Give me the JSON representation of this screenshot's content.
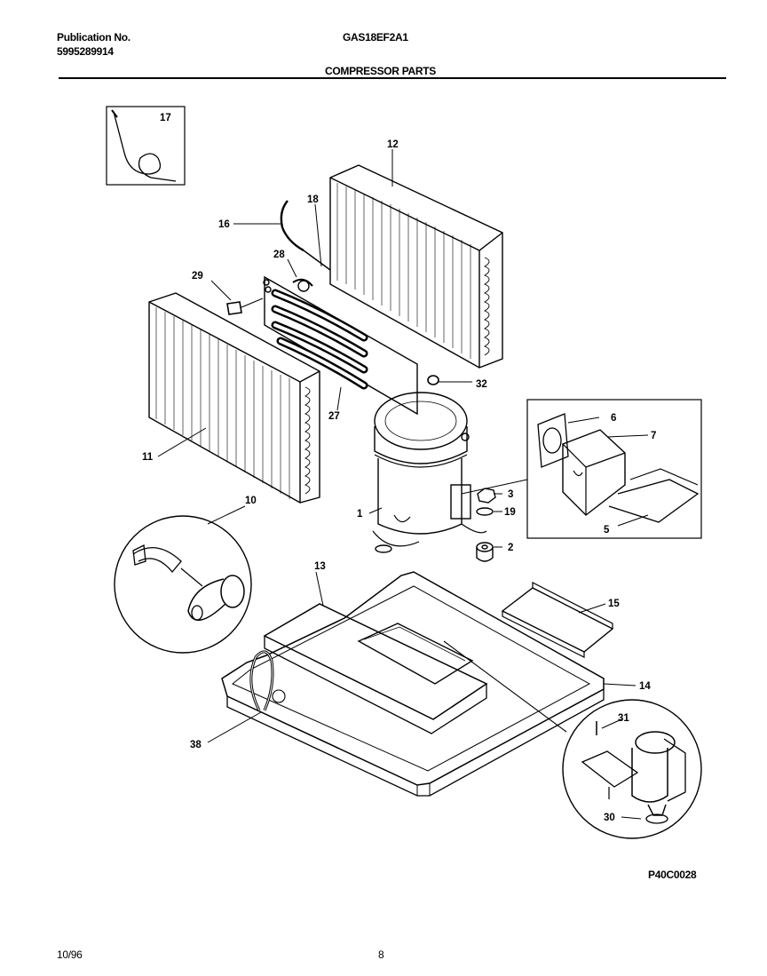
{
  "header": {
    "publication_label": "Publication No.",
    "publication_number": "5995289914",
    "model": "GAS18EF2A1",
    "section_title": "COMPRESSOR PARTS"
  },
  "callouts": {
    "c1": "1",
    "c2": "2",
    "c3": "3",
    "c5": "5",
    "c6": "6",
    "c7": "7",
    "c10": "10",
    "c11": "11",
    "c12": "12",
    "c13": "13",
    "c14": "14",
    "c15": "15",
    "c16": "16",
    "c17": "17",
    "c18": "18",
    "c19": "19",
    "c27": "27",
    "c28": "28",
    "c29": "29",
    "c30": "30",
    "c31": "31",
    "c32": "32",
    "c38": "38"
  },
  "drawing_code": "P40C0028",
  "footer": {
    "date": "10/96",
    "page": "8"
  }
}
